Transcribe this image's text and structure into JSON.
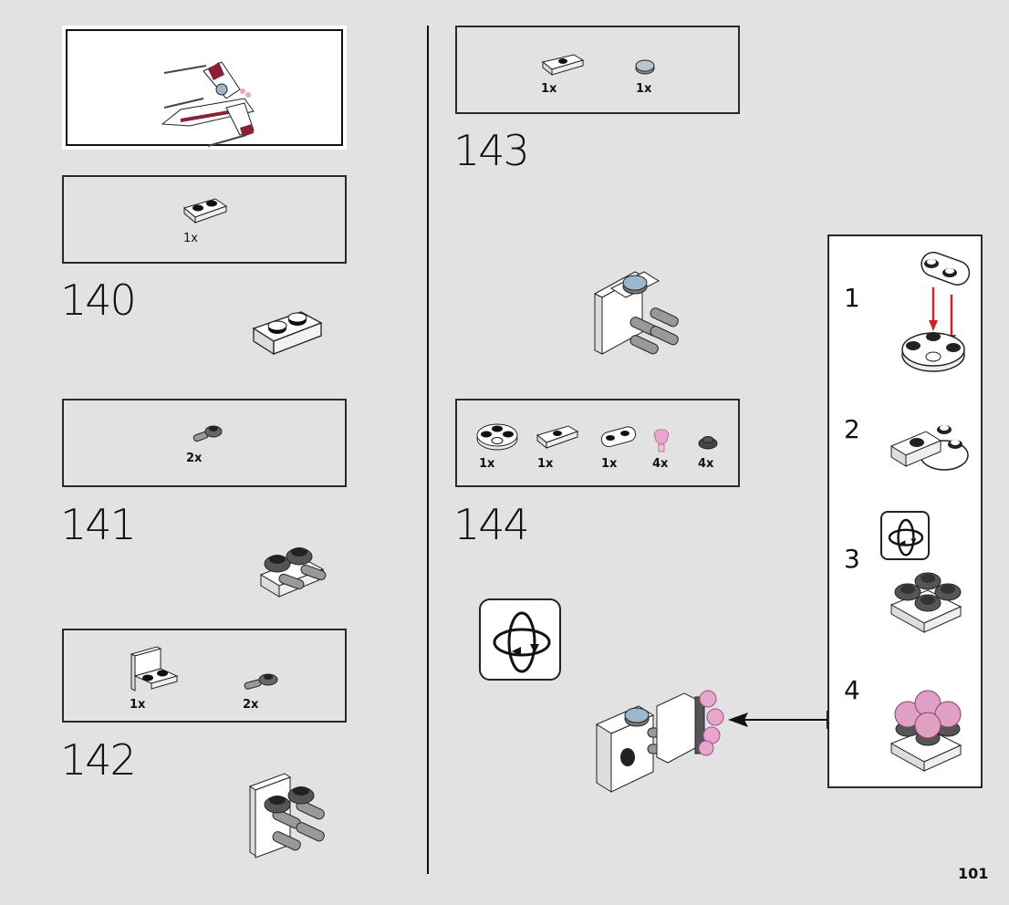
{
  "page": {
    "number": "101",
    "background": "#e2e2e2"
  },
  "overview": {
    "model_name": "x-wing-model-preview"
  },
  "steps": [
    {
      "number": "140",
      "parts": [
        {
          "name": "plate-1x2-white",
          "qty": "1x"
        }
      ]
    },
    {
      "number": "141",
      "parts": [
        {
          "name": "round-plate-with-bar-holder-dark-grey",
          "qty": "2x"
        }
      ]
    },
    {
      "number": "142",
      "parts": [
        {
          "name": "bracket-1x2-2x2-white",
          "qty": "1x"
        },
        {
          "name": "round-plate-with-bar-holder-dark-grey",
          "qty": "2x"
        }
      ]
    },
    {
      "number": "143",
      "parts": [
        {
          "name": "jumper-plate-1x2-white",
          "qty": "1x"
        },
        {
          "name": "round-tile-1x1-printed",
          "qty": "1x"
        }
      ]
    },
    {
      "number": "144",
      "parts": [
        {
          "name": "round-plate-2x2-white",
          "qty": "1x"
        },
        {
          "name": "jumper-plate-1x2-white",
          "qty": "1x"
        },
        {
          "name": "plate-1x2-rounded-white",
          "qty": "1x"
        },
        {
          "name": "diamond-trans-pink",
          "qty": "4x"
        },
        {
          "name": "round-plate-1x1-dark-grey",
          "qty": "4x"
        }
      ]
    }
  ],
  "substeps": [
    {
      "number": "1"
    },
    {
      "number": "2"
    },
    {
      "number": "3"
    },
    {
      "number": "4"
    }
  ],
  "colors": {
    "frame": "#2a2a2a",
    "red_arrow": "#d0202a",
    "pink": "#e8a6cc",
    "dark_grey": "#555555",
    "white": "#ffffff"
  }
}
